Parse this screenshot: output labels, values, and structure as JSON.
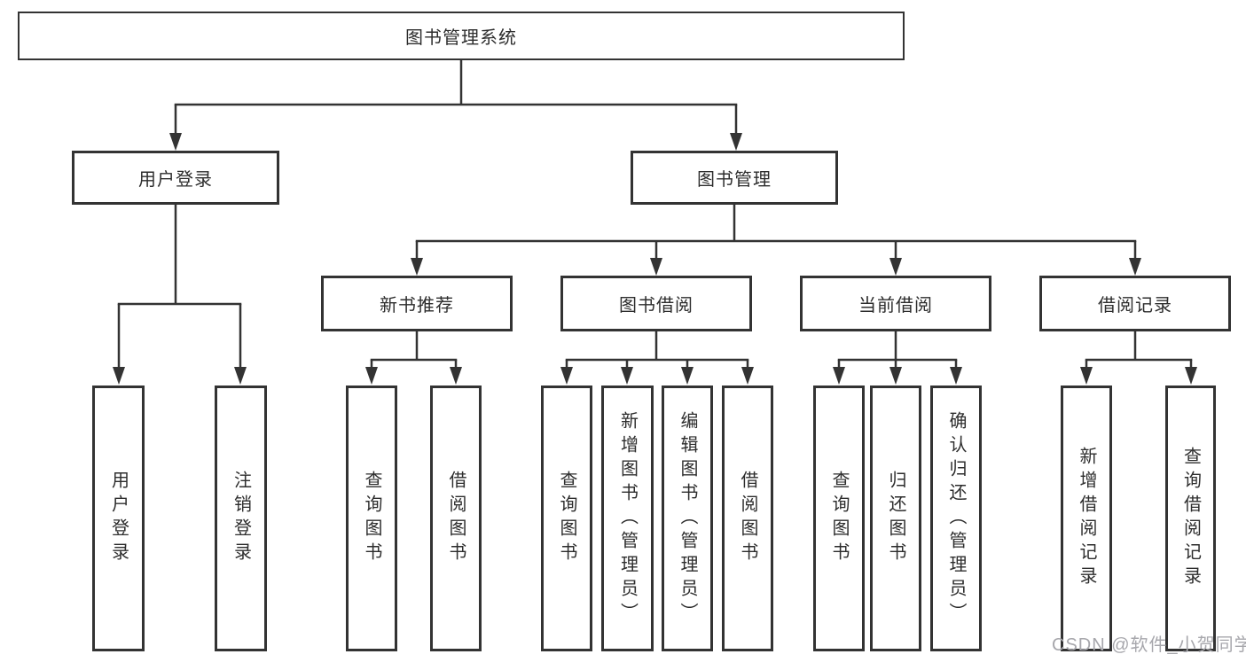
{
  "diagram": {
    "type": "hierarchy-diagram",
    "colors": {
      "line": "#333333",
      "box_border": "#333333",
      "text": "#2d2d2d",
      "background": "#ffffff",
      "watermark": "#a7a7ac"
    },
    "tree": {
      "root": {
        "label": "图书管理系统",
        "children": [
          {
            "label": "用户登录",
            "children": [
              {
                "label": "用户登录"
              },
              {
                "label": "注销登录"
              }
            ]
          },
          {
            "label": "图书管理",
            "children": [
              {
                "label": "新书推荐",
                "children": [
                  {
                    "label": "查询图书"
                  },
                  {
                    "label": "借阅图书"
                  }
                ]
              },
              {
                "label": "图书借阅",
                "children": [
                  {
                    "label": "查询图书"
                  },
                  {
                    "label": "新增图书（管理员）"
                  },
                  {
                    "label": "编辑图书（管理员）"
                  },
                  {
                    "label": "借阅图书"
                  }
                ]
              },
              {
                "label": "当前借阅",
                "children": [
                  {
                    "label": "查询图书"
                  },
                  {
                    "label": "归还图书"
                  },
                  {
                    "label": "确认归还（管理员）"
                  }
                ]
              },
              {
                "label": "借阅记录",
                "children": [
                  {
                    "label": "新增借阅记录"
                  },
                  {
                    "label": "查询借阅记录"
                  }
                ]
              }
            ]
          }
        ]
      }
    },
    "watermark": {
      "text": "CSDN @软件_小贺同学"
    }
  }
}
